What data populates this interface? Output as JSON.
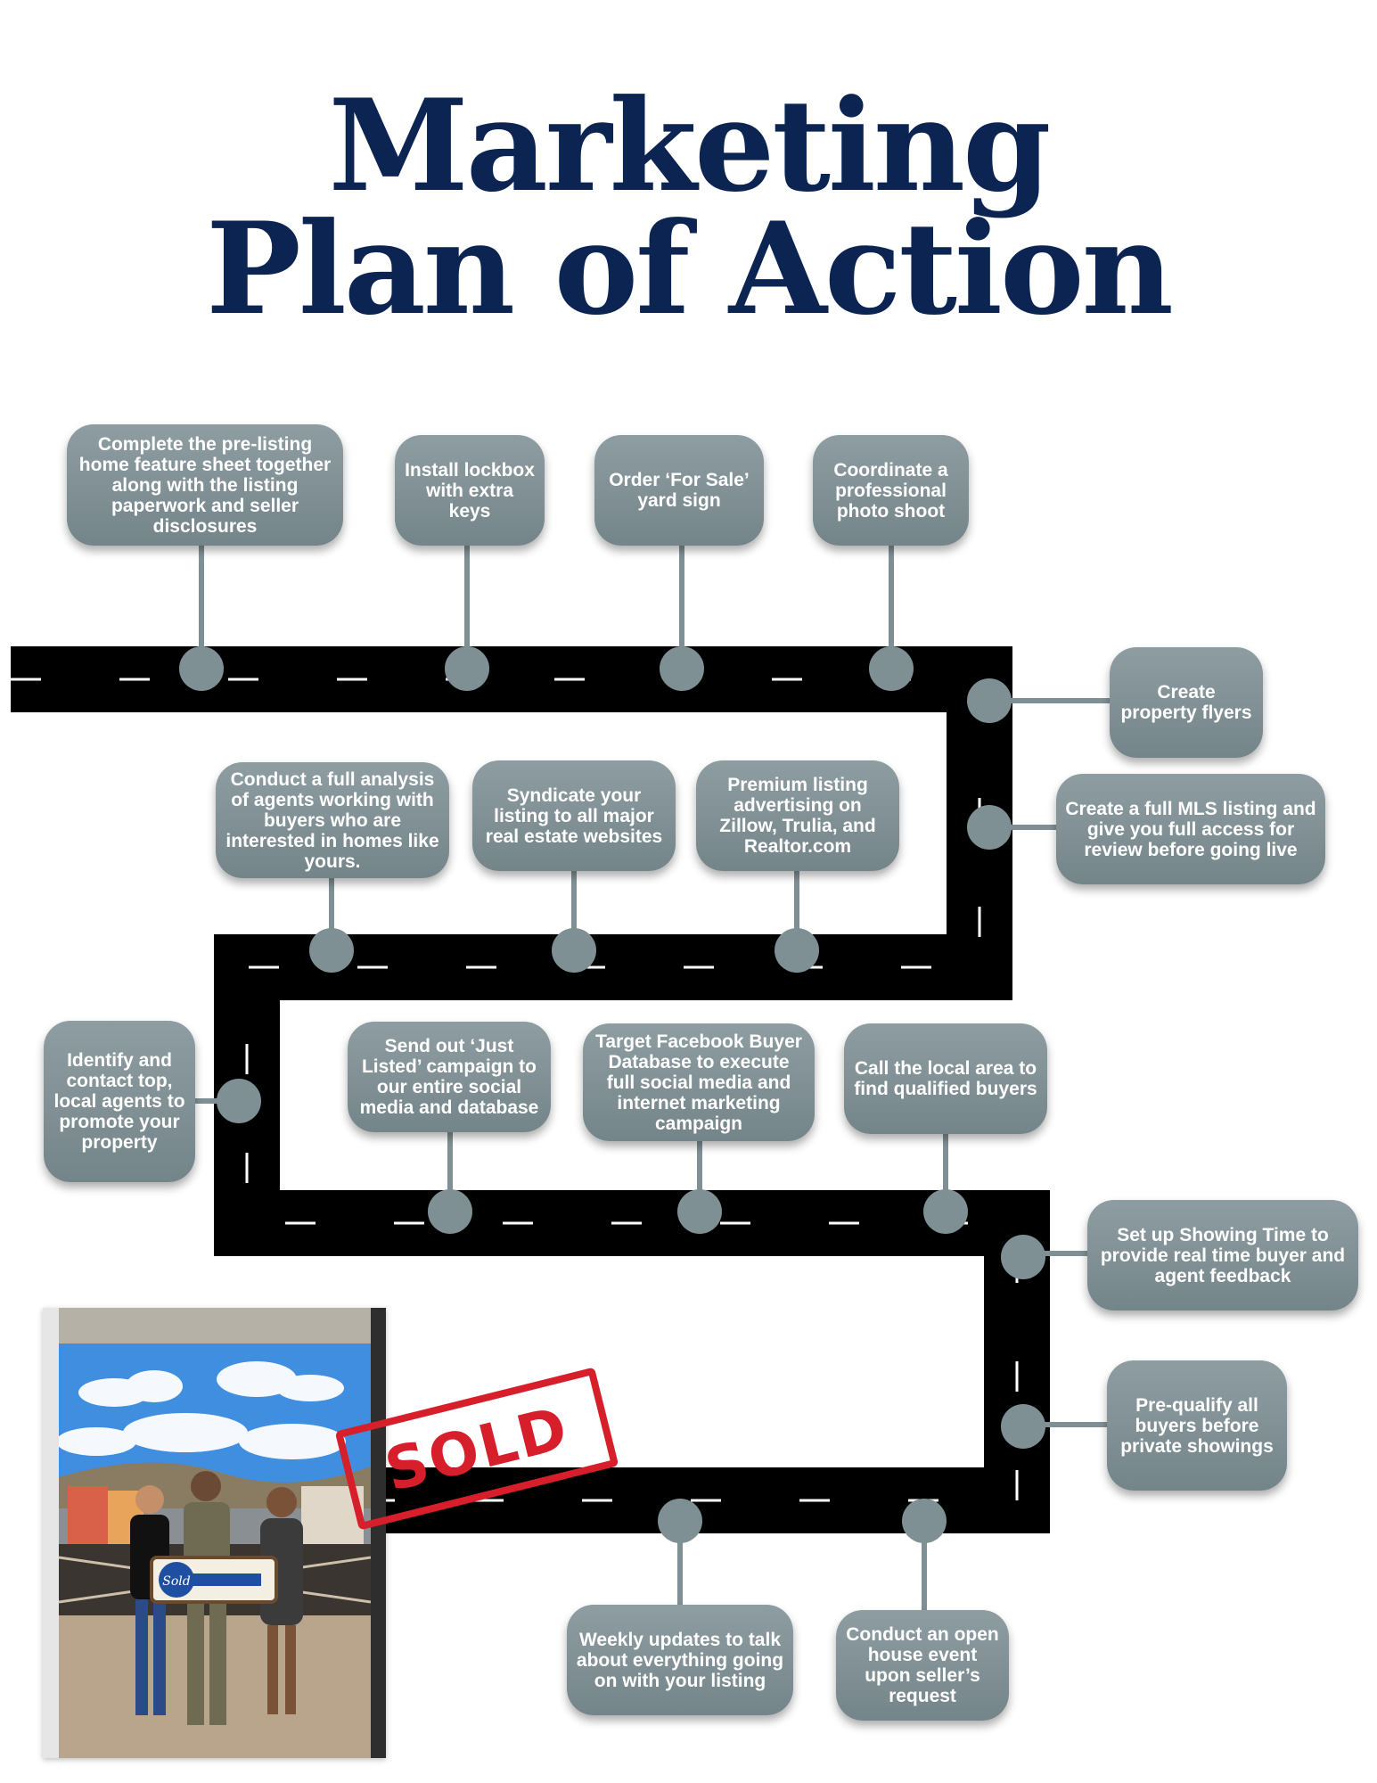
{
  "title": {
    "line1": "Marketing",
    "line2": "Plan of Action"
  },
  "colors": {
    "title": "#0b2452",
    "road": "#000000",
    "step_box": "#7f9095",
    "stamp": "#d61f2a"
  },
  "steps": [
    {
      "id": "pre-listing",
      "text": "Complete the pre-listing home feature sheet together along with the listing paperwork and seller disclosures"
    },
    {
      "id": "lockbox",
      "text": "Install lockbox with extra keys"
    },
    {
      "id": "yard-sign",
      "text": "Order ‘For Sale’ yard sign"
    },
    {
      "id": "photo-shoot",
      "text": "Coordinate a professional photo shoot"
    },
    {
      "id": "flyers",
      "text": "Create property flyers"
    },
    {
      "id": "mls",
      "text": "Create a full MLS listing and give you full access for review before going live"
    },
    {
      "id": "analysis",
      "text": "Conduct a full analysis of agents working with buyers who are interested in homes like yours."
    },
    {
      "id": "syndicate",
      "text": "Syndicate your listing to all major real estate websites"
    },
    {
      "id": "premium",
      "text": "Premium listing advertising on Zillow, Trulia, and Realtor.com"
    },
    {
      "id": "local-agents",
      "text": "Identify and contact top, local agents to promote your property"
    },
    {
      "id": "just-listed",
      "text": "Send out ‘Just Listed’ campaign to our entire social media and database"
    },
    {
      "id": "facebook",
      "text": "Target Facebook Buyer Database to execute full social media and internet marketing campaign"
    },
    {
      "id": "call-buyers",
      "text": "Call the local area to find qualified buyers"
    },
    {
      "id": "showing-time",
      "text": "Set up Showing Time to provide real time buyer and agent feedback"
    },
    {
      "id": "pre-qualify",
      "text": "Pre-qualify all buyers before private showings"
    },
    {
      "id": "weekly-updates",
      "text": "Weekly updates to talk about everything going on with your listing"
    },
    {
      "id": "open-house",
      "text": "Conduct an open house event upon seller’s request"
    }
  ],
  "photo": {
    "stamp_text": "SOLD",
    "sign_text": "Sold"
  }
}
